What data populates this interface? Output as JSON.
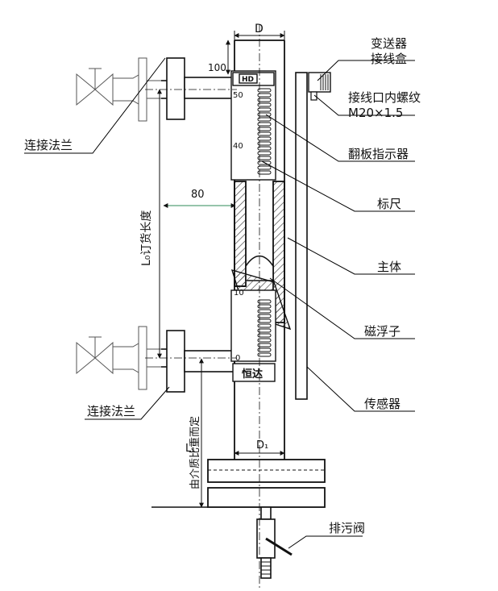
{
  "labels": {
    "transmitter_box": [
      "变送器",
      "接线盒"
    ],
    "thread": [
      "接线口内螺纹",
      "M20×1.5"
    ],
    "flap_indicator": "翻板指示器",
    "scale": "标尺",
    "body": "主体",
    "magnetic_float": "磁浮子",
    "sensor": "传感器",
    "drain_valve": "排污阀",
    "flange_top": "连接法兰",
    "flange_bottom": "连接法兰",
    "order_length": "L₀订货长度",
    "medium_note": "由介质比重而定",
    "brand": "恒达",
    "logo": "HD"
  },
  "dimensions": {
    "d": "D",
    "d1": "D₁",
    "l1": "L₁",
    "top": "100",
    "gap": "80"
  },
  "scale_ticks": {
    "upper": [
      "50",
      "40"
    ],
    "lower": [
      "10",
      "0"
    ]
  },
  "colors": {
    "line": "#111111",
    "hatch": "#444444",
    "leader": "#000000",
    "accent_green": "#2e8b57",
    "accent_blue": "#2a4fa0"
  }
}
